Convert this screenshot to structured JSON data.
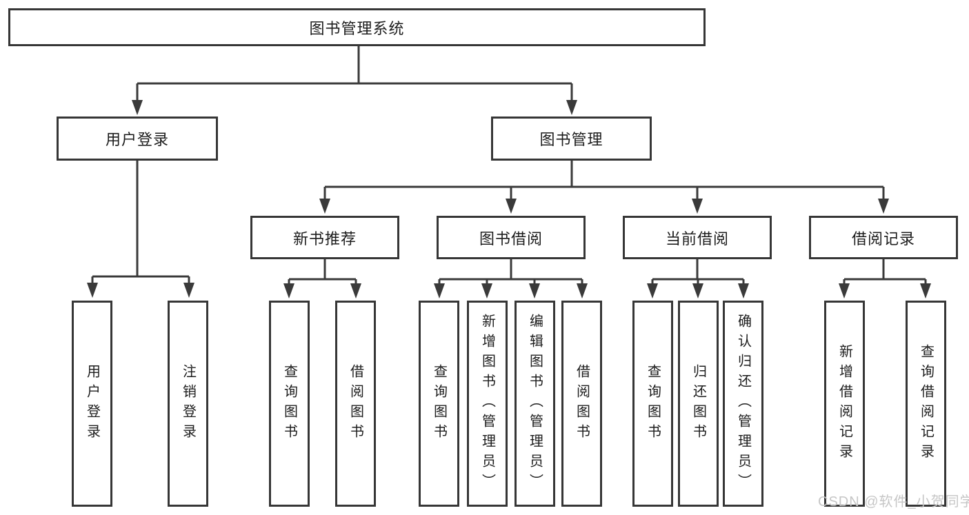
{
  "diagram": {
    "type": "hierarchy-tree",
    "colors": {
      "background": "#ffffff",
      "line": "#3a3a3a",
      "box_border": "#363636",
      "text": "#1c1c1c",
      "watermark": "#c6c6c6"
    },
    "nodes": {
      "root": {
        "label": "图书管理系统"
      },
      "user_login": {
        "label": "用户登录"
      },
      "book_mgmt": {
        "label": "图书管理"
      },
      "new_book": {
        "label": "新书推荐"
      },
      "borrow": {
        "label": "图书借阅"
      },
      "current": {
        "label": "当前借阅"
      },
      "record": {
        "label": "借阅记录"
      },
      "ul_login": {
        "label": "用户登录"
      },
      "ul_logout": {
        "label": "注销登录"
      },
      "nb_query": {
        "label": "查询图书"
      },
      "nb_borrow": {
        "label": "借阅图书"
      },
      "bw_query": {
        "label": "查询图书"
      },
      "bw_add": {
        "label": "新增图书（管理员）"
      },
      "bw_edit": {
        "label": "编辑图书（管理员）"
      },
      "bw_borrow": {
        "label": "借阅图书"
      },
      "cb_query": {
        "label": "查询图书"
      },
      "cb_return": {
        "label": "归还图书"
      },
      "cb_confirm": {
        "label": "确认归还（管理员）"
      },
      "br_add": {
        "label": "新增借阅记录"
      },
      "br_query": {
        "label": "查询借阅记录"
      }
    },
    "edges": [
      [
        "图书管理系统",
        "用户登录"
      ],
      [
        "图书管理系统",
        "图书管理"
      ],
      [
        "用户登录",
        "用户登录"
      ],
      [
        "用户登录",
        "注销登录"
      ],
      [
        "图书管理",
        "新书推荐"
      ],
      [
        "图书管理",
        "图书借阅"
      ],
      [
        "图书管理",
        "当前借阅"
      ],
      [
        "图书管理",
        "借阅记录"
      ],
      [
        "新书推荐",
        "查询图书"
      ],
      [
        "新书推荐",
        "借阅图书"
      ],
      [
        "图书借阅",
        "查询图书"
      ],
      [
        "图书借阅",
        "新增图书（管理员）"
      ],
      [
        "图书借阅",
        "编辑图书（管理员）"
      ],
      [
        "图书借阅",
        "借阅图书"
      ],
      [
        "当前借阅",
        "查询图书"
      ],
      [
        "当前借阅",
        "归还图书"
      ],
      [
        "当前借阅",
        "确认归还（管理员）"
      ],
      [
        "借阅记录",
        "新增借阅记录"
      ],
      [
        "借阅记录",
        "查询借阅记录"
      ]
    ],
    "watermark": "CSDN @软件_小贺同学"
  }
}
